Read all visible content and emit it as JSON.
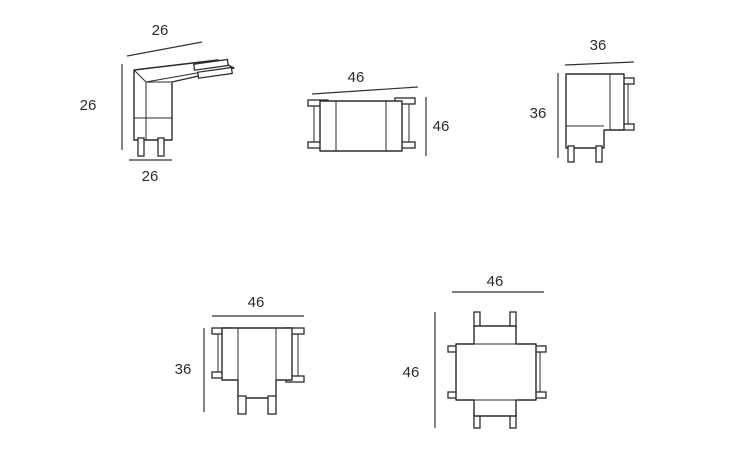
{
  "connectors": [
    {
      "type": "corner-l",
      "dims": {
        "top": "26",
        "side": "26",
        "bottom": "26"
      }
    },
    {
      "type": "straight",
      "dims": {
        "top": "46",
        "side": "46"
      }
    },
    {
      "type": "l-angle",
      "dims": {
        "top": "36",
        "side": "36"
      }
    },
    {
      "type": "t-junction",
      "dims": {
        "top": "46",
        "side": "36"
      }
    },
    {
      "type": "x-cross",
      "dims": {
        "top": "46",
        "side": "46"
      }
    }
  ],
  "colors": {
    "line": "#2b2b2b",
    "background": "#ffffff"
  }
}
